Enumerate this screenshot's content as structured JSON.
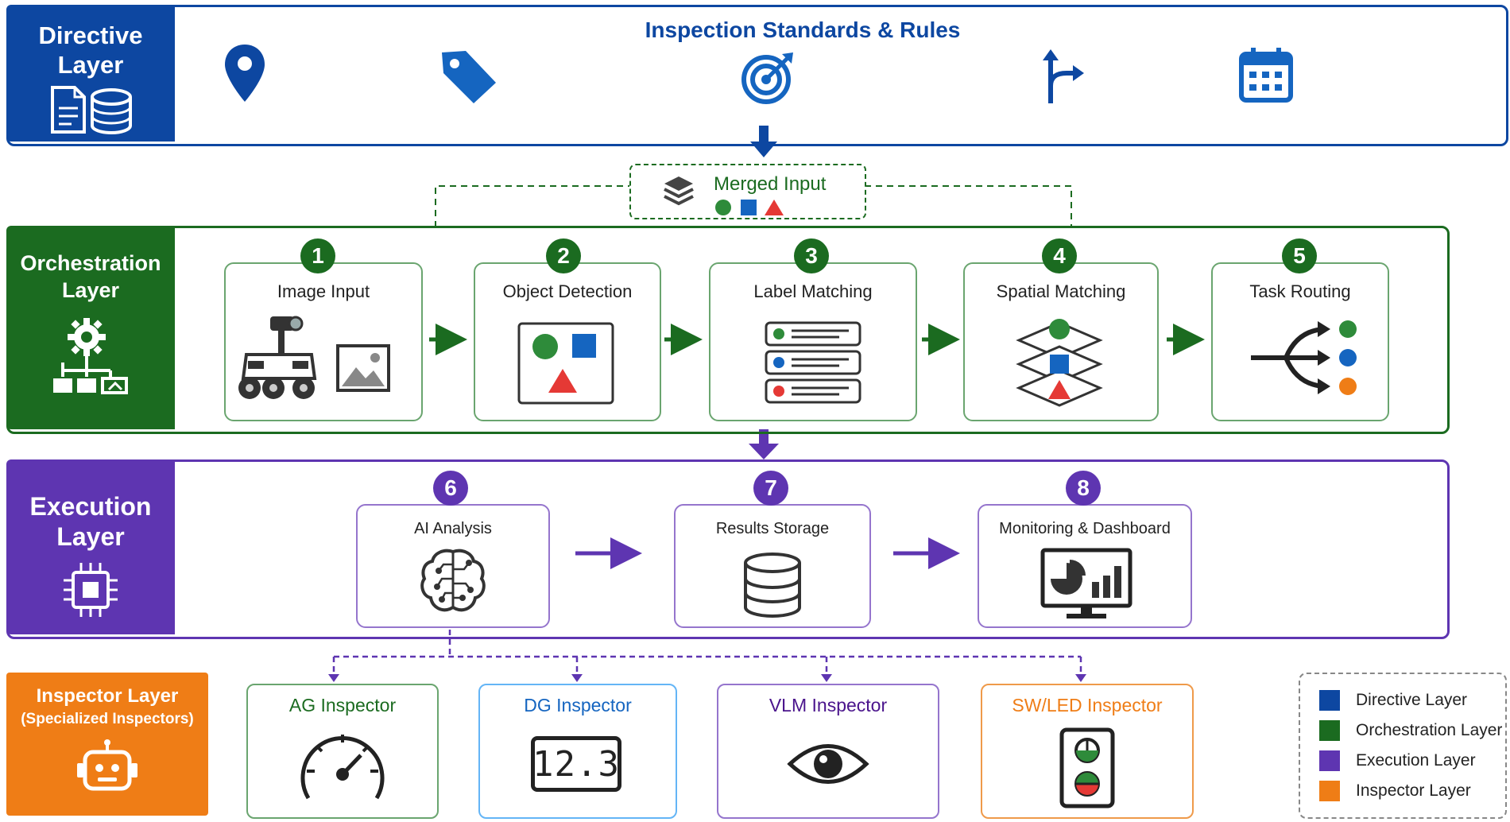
{
  "directive": {
    "label": "Directive Layer",
    "title": "Inspection Standards & Rules",
    "color": "#0d47a1",
    "icons": [
      "location-pin-icon",
      "tag-icon",
      "target-icon",
      "fork-arrow-icon",
      "calendar-icon"
    ]
  },
  "merged": {
    "label": "Merged Input"
  },
  "orchestration": {
    "label": "Orchestration Layer",
    "color": "#1b6b20",
    "steps": [
      {
        "num": "1",
        "title": "Image Input"
      },
      {
        "num": "2",
        "title": "Object Detection"
      },
      {
        "num": "3",
        "title": "Label Matching"
      },
      {
        "num": "4",
        "title": "Spatial Matching"
      },
      {
        "num": "5",
        "title": "Task Routing"
      }
    ]
  },
  "execution": {
    "label": "Execution Layer",
    "color": "#5e35b1",
    "steps": [
      {
        "num": "6",
        "title": "AI Analysis"
      },
      {
        "num": "7",
        "title": "Results Storage"
      },
      {
        "num": "8",
        "title": "Monitoring & Dashboard"
      }
    ]
  },
  "inspector": {
    "label": "Inspector Layer",
    "sublabel": "(Specialized Inspectors)",
    "color": "#ef7d16",
    "items": [
      {
        "title": "AG Inspector",
        "color": "#1b6b20"
      },
      {
        "title": "DG Inspector",
        "color": "#1565c0"
      },
      {
        "title": "VLM Inspector",
        "color": "#4a148c"
      },
      {
        "title": "SW/LED Inspector",
        "color": "#ef7d16"
      }
    ],
    "digital_readout": "12.3"
  },
  "legend": [
    {
      "label": "Directive Layer",
      "color": "#0d47a1"
    },
    {
      "label": "Orchestration Layer",
      "color": "#1b6b20"
    },
    {
      "label": "Execution Layer",
      "color": "#5e35b1"
    },
    {
      "label": "Inspector Layer",
      "color": "#ef7d16"
    }
  ]
}
